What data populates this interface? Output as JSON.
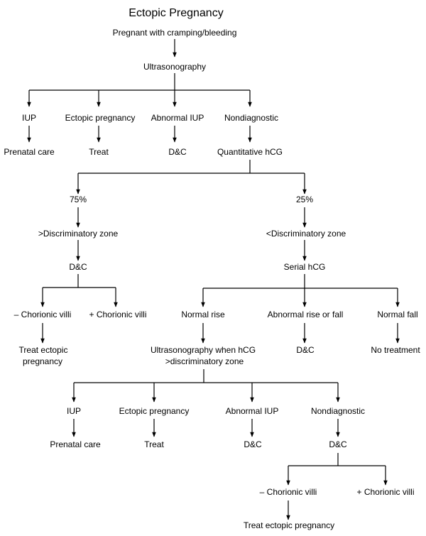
{
  "title": "Ectopic Pregnancy",
  "nodes": {
    "start": "Pregnant with cramping/bleeding",
    "us1": "Ultrasonography",
    "iup1": "IUP",
    "ectopic1": "Ectopic pregnancy",
    "abn_iup1": "Abnormal IUP",
    "nondiag1": "Nondiagnostic",
    "prenatal1": "Prenatal care",
    "treat1": "Treat",
    "dc1": "D&C",
    "qhcg": "Quantitative hCG",
    "pct75": "75%",
    "pct25": "25%",
    "gt_dz": ">Discriminatory zone",
    "lt_dz": "<Discriminatory zone",
    "dc2": "D&C",
    "serial": "Serial hCG",
    "neg_villi1": "– Chorionic villi",
    "pos_villi1": "+ Chorionic villi",
    "normal_rise": "Normal rise",
    "abn_rise": "Abnormal rise or fall",
    "normal_fall": "Normal fall",
    "treat_ect_line1": "Treat ectopic",
    "treat_ect_line2": "pregnancy",
    "us2_line1": "Ultrasonography when hCG",
    "us2_line2": ">discriminatory zone",
    "dc3": "D&C",
    "no_treat": "No treatment",
    "iup2": "IUP",
    "ectopic2": "Ectopic pregnancy",
    "abn_iup2": "Abnormal IUP",
    "nondiag2": "Nondiagnostic",
    "prenatal2": "Prenatal care",
    "treat2": "Treat",
    "dc4": "D&C",
    "dc5": "D&C",
    "neg_villi2": "– Chorionic villi",
    "pos_villi2": "+ Chorionic villi",
    "treat_ect2": "Treat ectopic pregnancy"
  }
}
